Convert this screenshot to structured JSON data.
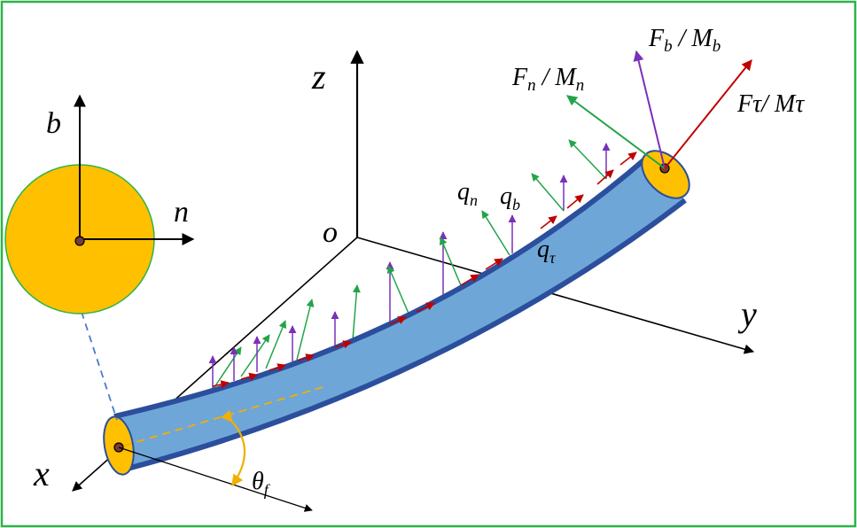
{
  "axes": {
    "x": "x",
    "y": "y",
    "z": "z",
    "origin": "o"
  },
  "section": {
    "b": "b",
    "n": "n"
  },
  "distributed_loads": {
    "qn": "q",
    "qn_sub": "n",
    "qb": "q",
    "qb_sub": "b",
    "qt": "q",
    "qt_sub": "τ"
  },
  "end_loads": {
    "fb_F": "F",
    "fb_Fsub": "b",
    "fb_M": "M",
    "fb_Msub": "b",
    "fn_F": "F",
    "fn_Fsub": "n",
    "fn_M": "M",
    "fn_Msub": "n",
    "ft_text": "Fτ/ Mτ"
  },
  "angle": {
    "theta": "θ",
    "theta_sub": "f"
  },
  "colors": {
    "frame": "#2fb34a",
    "rod_fill": "#6fa6d8",
    "rod_edge": "#2b4f9c",
    "section_fill": "#ffc000",
    "purple": "#7a30b8",
    "green": "#22a447",
    "red": "#c00000",
    "dashed_blue": "#4a7ac8",
    "dashed_yellow": "#f0b000"
  }
}
